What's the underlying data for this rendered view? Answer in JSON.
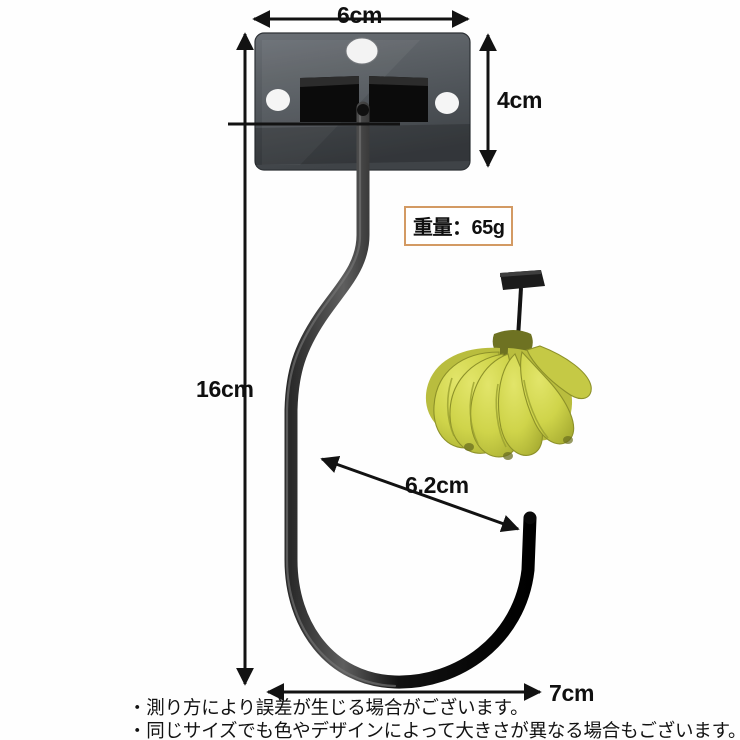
{
  "product": {
    "type": "wall-mount-hook",
    "description_icons": {
      "mount_plate": "mounting-plate",
      "hook_body": "j-hook",
      "hanging_item": "banana-bunch"
    }
  },
  "dimensions": {
    "width_top": "6cm",
    "height_plate": "4cm",
    "height_total": "16cm",
    "hook_opening_diagonal": "6.2cm",
    "depth_bottom": "7cm"
  },
  "weight": {
    "label": "重量：65g",
    "border_color": "#d39a63"
  },
  "notes": [
    "・測り方により誤差が生じる場合がございます。",
    "・同じサイズでも色やデザインによって大きさが異なる場合もございます。"
  ],
  "colors": {
    "plate": "#5a5e63",
    "hook": "#0d0d0d",
    "banana": "#d2d64b",
    "banana_shadow": "#8d9129",
    "background": "#fefefe",
    "dimension_line": "#121212"
  }
}
